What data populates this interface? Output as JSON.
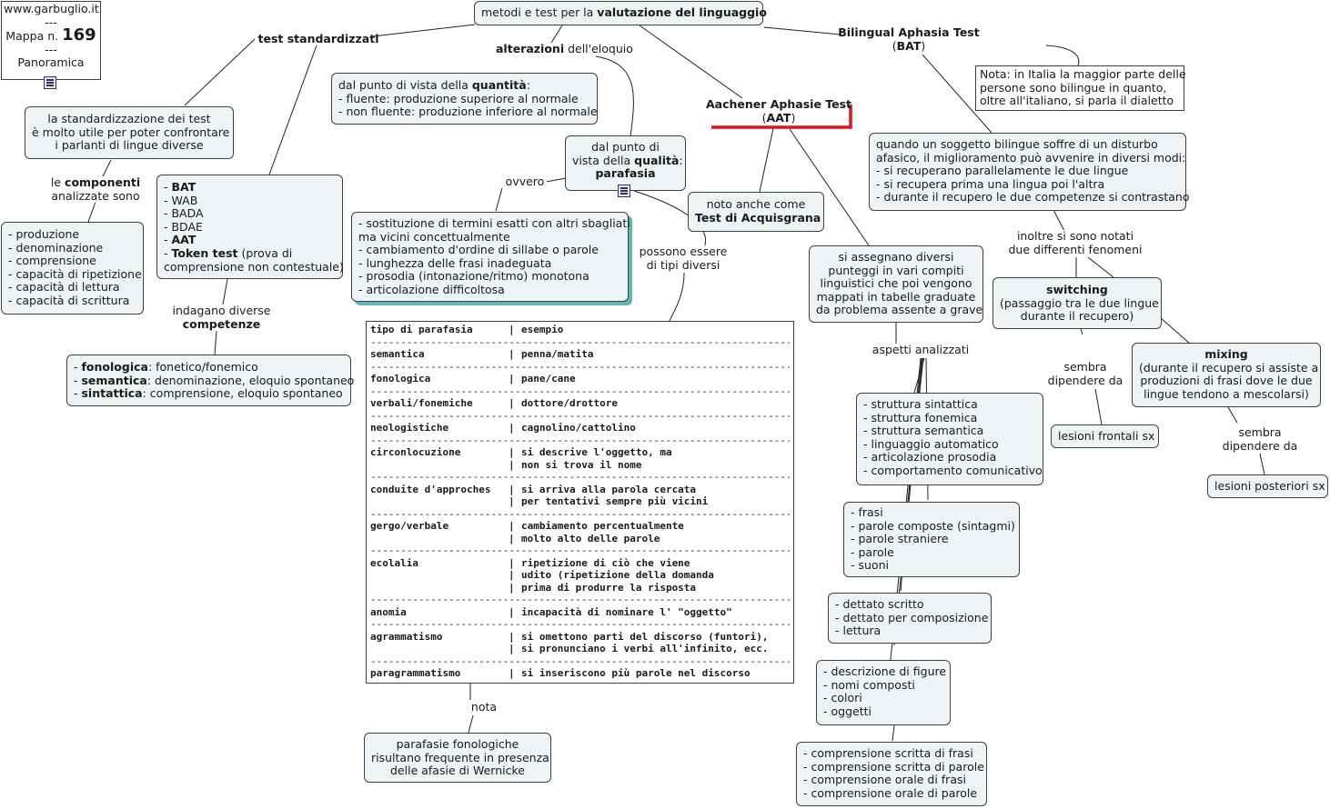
{
  "site": {
    "url": "www.garbuglio.it",
    "sep1": "---",
    "mappa_label": "Mappa n.",
    "mappa_number": "169",
    "sep2": "---",
    "panoramica": "Panoramica"
  },
  "root": {
    "prefix": "metodi e test per la",
    "bold": "valutazione del linguaggio"
  },
  "test_standard": {
    "title": "test standardizzati"
  },
  "standardizzazione": {
    "lines": [
      "la standardizzazione dei test",
      "è molto utile per poter confrontare",
      "i parlanti di lingue diverse"
    ]
  },
  "componenti_label": {
    "prefix": "le",
    "bold": "componenti",
    "line2": "analizzate sono"
  },
  "componenti_list": [
    "- produzione",
    "- denominazione",
    "- comprensione",
    "- capacità di ripetizione",
    "- capacità di lettura",
    "- capacità di scrittura"
  ],
  "test_list": {
    "bat": "BAT",
    "wab": "- WAB",
    "bada": "- BADA",
    "bdae": "- BDAE",
    "aat": "AAT",
    "token": "Token test",
    "token_rest": " (prova di",
    "token_line2": "comprensione non contestuale)"
  },
  "competenze_label": {
    "line1": "indagano diverse",
    "bold": "competenze"
  },
  "competenze_list": {
    "fon_b": "fonologica",
    "fon_r": ": fonetico/fonemico",
    "sem_b": "semantica",
    "sem_r": ": denominazione, eloquio spontaneo",
    "sin_b": "sintattica",
    "sin_r": ": comprensione, eloquio spontaneo"
  },
  "alterazioni": {
    "bold": "alterazioni",
    "rest": " dell'eloquio"
  },
  "quantita": {
    "prefix": "dal punto di vista della",
    "bold": "quantità",
    "suffix": ":",
    "l2": "- fluente: produzione superiore al normale",
    "l3": "- non fluente: produzione inferiore al normale"
  },
  "qualita": {
    "l1": "dal punto di",
    "l2_prefix": "vista della",
    "l2_bold": "qualità",
    "l2_suffix": ":",
    "l3": "parafasia"
  },
  "ovvero_label": "ovvero",
  "parafasia_desc": [
    "- sostituzione di termini esatti con altri sbagliati",
    "ma vicini concettualmente",
    "- cambiamento d'ordine di sillabe o parole",
    "- lunghezza delle frasi inadeguata",
    "- prosodia (intonazione/ritmo) monotona",
    "- articolazione difficoltosa"
  ],
  "tipi_label": {
    "l1": "possono essere",
    "l2": "di tipi diversi"
  },
  "parafasia_table": {
    "header": [
      "tipo di parafasia",
      "esempio"
    ],
    "rows": [
      {
        "type": "semantica",
        "example": [
          "penna/matita"
        ]
      },
      {
        "type": "fonologica",
        "example": [
          "pane/cane"
        ]
      },
      {
        "type": "verbali/fonemiche",
        "example": [
          "dottore/drottore"
        ]
      },
      {
        "type": "neologistiche",
        "example": [
          "cagnolino/cattolino"
        ]
      },
      {
        "type": "circonlocuzione",
        "example": [
          "si descrive l'oggetto, ma",
          "non si trova il nome"
        ]
      },
      {
        "type": "conduite d'approches",
        "example": [
          "si arriva alla parola cercata",
          "per tentativi sempre più vicini"
        ]
      },
      {
        "type": "gergo/verbale",
        "example": [
          "cambiamento percentualmente",
          "molto alto delle parole"
        ]
      },
      {
        "type": "ecolalia",
        "example": [
          "ripetizione di ciò che viene",
          "udito (ripetizione della domanda",
          "prima di produrre la risposta"
        ]
      },
      {
        "type": "anomia",
        "example": [
          "incapacità di nominare l' \"oggetto\""
        ]
      },
      {
        "type": "agrammatismo",
        "example": [
          "si omettono parti del discorso (funtori),",
          "si pronunciano i verbi all'infinito, ecc."
        ]
      },
      {
        "type": "paragrammatismo",
        "example": [
          "si inseriscono più parole nel discorso"
        ]
      }
    ]
  },
  "nota_label": "nota",
  "nota_box": [
    "parafasie fonologiche",
    "risultano frequente in presenza",
    "delle afasie di Wernicke"
  ],
  "aat": {
    "title": "Aachener Aphasie Test",
    "abbr_open": "(",
    "abbr": "AAT",
    "abbr_close": ")"
  },
  "acquisgrana": {
    "l1": "noto anche come",
    "bold": "Test di Acquisgrana"
  },
  "punteggi": [
    "si assegnano diversi",
    "punteggi in vari compiti",
    "linguistici che poi vengono",
    "mappati in tabelle graduate",
    "da problema assente a grave"
  ],
  "aspetti_label": "aspetti analizzati",
  "strutture": [
    "- struttura sintattica",
    "- struttura fonemica",
    "- struttura semantica",
    "- linguaggio automatico",
    "- articolazione prosodia",
    "- comportamento comunicativo"
  ],
  "frasi": [
    "- frasi",
    "- parole composte (sintagmi)",
    "- parole straniere",
    "- parole",
    "- suoni"
  ],
  "dettato": [
    "- dettato scritto",
    "- dettato per composizione",
    "- lettura"
  ],
  "descrizione": [
    "- descrizione di figure",
    "- nomi composti",
    "- colori",
    "- oggetti"
  ],
  "comprensione": [
    "- comprensione scritta di frasi",
    "- comprensione scritta di parole",
    "- comprensione orale di frasi",
    "- comprensione orale di parole"
  ],
  "bat": {
    "title": "Bilingual Aphasia Test",
    "abbr_open": "(",
    "abbr": "BAT",
    "abbr_close": ")"
  },
  "nota_italia": [
    "Nota: in Italia la maggior parte delle",
    "persone sono bilingue in quanto,",
    "oltre all'italiano, si parla il dialetto"
  ],
  "bilingue": [
    "quando un soggetto bilingue soffre di un disturbo",
    "afasico, il miglioramento può avvenire in diversi modi:",
    "- si recuperano parallelamente le due lingue",
    "- si recupera prima una lingua poi l'altra",
    "- durante il recupero le due competenze si contrastano"
  ],
  "fenomeni_label": {
    "l1": "inoltre si sono notati",
    "l2": "due differenti fenomeni"
  },
  "switching": {
    "bold": "switching",
    "l2": "(passaggio tra le due lingue",
    "l3": "durante il recupero)"
  },
  "mixing": {
    "bold": "mixing",
    "l2": "(durante il recupero si assiste a",
    "l3": "produzioni di frasi dove le due",
    "l4": "lingue tendono a mescolarsi)"
  },
  "sembra1": {
    "l1": "sembra",
    "l2": "dipendere da"
  },
  "sembra2": {
    "l1": "sembra",
    "l2": "dipendere da"
  },
  "frontali": "lesioni frontali sx",
  "posteriori": "lesioni posteriori sx",
  "colors": {
    "node_fill": "#eef3f6",
    "accent_red": "#e0141b",
    "shadow_teal": "#5fb5b8",
    "line": "#222222"
  }
}
